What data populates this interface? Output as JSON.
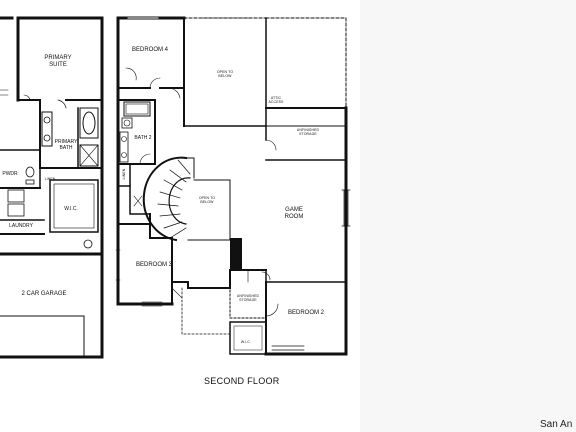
{
  "plan": {
    "caption": "SECOND FLOOR",
    "watermark": "San An",
    "first_floor_rooms": {
      "primary_suite": "PRIMARY\nSUITE",
      "primary_bath": "PRIMARY\nBATH",
      "pwdr": "PWDR",
      "linen": "LINEN",
      "wic": "W.I.C.",
      "laundry": "LAUNDRY",
      "garage": "2 CAR GARAGE"
    },
    "second_floor_rooms": {
      "bedroom4": "BEDROOM 4",
      "open_to_below_top": "OPEN TO\nBELOW",
      "attic_access": "ATTIC\nACCESS",
      "unfinished_storage_top": "UNFINISHED\nSTORAGE",
      "bath2": "BATH 2",
      "linen": "LINEN",
      "open_to_below_stair": "OPEN TO\nBELOW",
      "game_room": "GAME\nROOM",
      "bedroom3": "BEDROOM 3",
      "unfinished_storage_mid": "UNFINISHED\nSTORAGE",
      "bedroom2": "BEDROOM 2",
      "wic": "W.I.C."
    }
  }
}
